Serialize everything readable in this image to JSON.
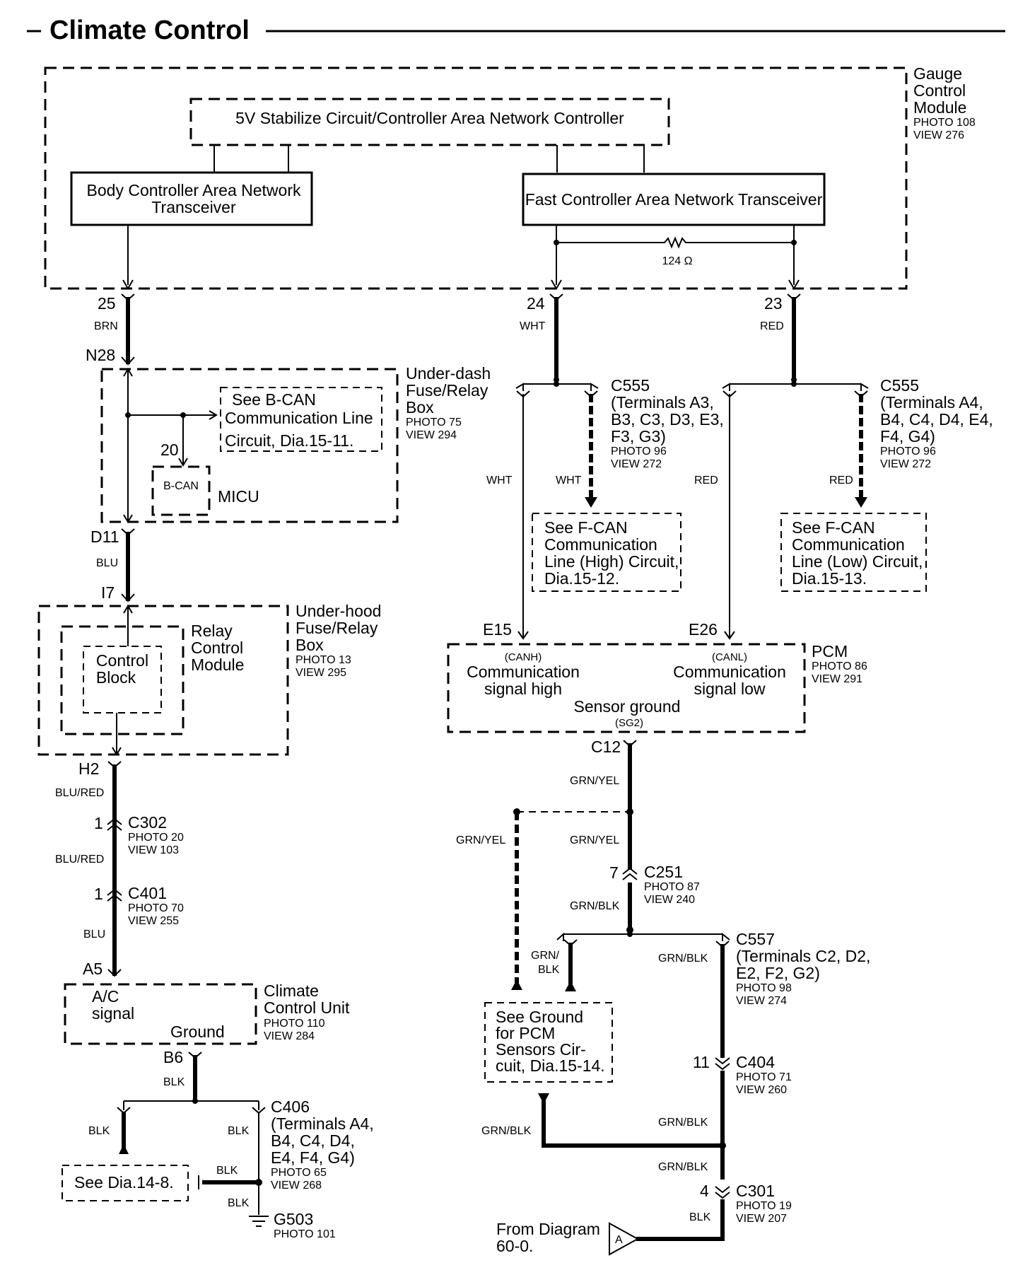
{
  "title": "Climate Control",
  "gauge_module": {
    "name": [
      "Gauge",
      "Control",
      "Module"
    ],
    "photo": "PHOTO 108",
    "view": "VIEW 276"
  },
  "stabilizer": "5V Stabilize Circuit/Controller Area Network Controller",
  "body_can": [
    "Body Controller Area Network",
    "Transceiver"
  ],
  "fast_can": "Fast Controller Area Network Transceiver",
  "resistor": "124 Ω",
  "pins_gauge": {
    "p25": "25",
    "p24": "24",
    "p23": "23"
  },
  "wire_colors": {
    "brn": "BRN",
    "wht": "WHT",
    "red": "RED",
    "blu": "BLU",
    "blu_red": "BLU/RED",
    "blk": "BLK",
    "grn_yel": "GRN/YEL",
    "grn_blk": "GRN/BLK",
    "grn_blk_split": [
      "GRN/",
      "BLK"
    ]
  },
  "underdash": {
    "name": [
      "Under-dash",
      "Fuse/Relay",
      "Box"
    ],
    "photo": "PHOTO 75",
    "view": "VIEW 294",
    "n28": "N28",
    "d11": "D11",
    "pin20": "20",
    "bcan": "B-CAN",
    "micu": "MICU",
    "ref": [
      "See B-CAN",
      "Communication Line",
      "Circuit, Dia.15-11."
    ]
  },
  "underhood": {
    "name": [
      "Under-hood",
      "Fuse/Relay",
      "Box"
    ],
    "photo": "PHOTO 13",
    "view": "VIEW 295",
    "i7": "I7",
    "h2": "H2",
    "relay": [
      "Relay",
      "Control",
      "Module"
    ],
    "control": [
      "Control",
      "Block"
    ]
  },
  "c302": {
    "pin": "1",
    "name": "C302",
    "photo": "PHOTO 20",
    "view": "VIEW 103"
  },
  "c401": {
    "pin": "1",
    "name": "C401",
    "photo": "PHOTO 70",
    "view": "VIEW 255"
  },
  "climate": {
    "a5": "A5",
    "b6": "B6",
    "ac": [
      "A/C",
      "signal"
    ],
    "ground": "Ground",
    "name": [
      "Climate",
      "Control Unit"
    ],
    "photo": "PHOTO 110",
    "view": "VIEW 284"
  },
  "c406": {
    "name": "C406",
    "terms": [
      "(Terminals A4,",
      "B4, C4, D4,",
      "E4, F4, G4)"
    ],
    "photo": "PHOTO 65",
    "view": "VIEW 268"
  },
  "g503": {
    "name": "G503",
    "photo": "PHOTO 101"
  },
  "see_dia": "See Dia.14-8.",
  "c555_high": {
    "name": "C555",
    "terms": [
      "(Terminals A3,",
      "B3, C3, D3, E3,",
      "F3, G3)"
    ],
    "photo": "PHOTO 96",
    "view": "VIEW 272"
  },
  "c555_low": {
    "name": "C555",
    "terms": [
      "(Terminals A4,",
      "B4, C4, D4, E4,",
      "F4, G4)"
    ],
    "photo": "PHOTO 96",
    "view": "VIEW 272"
  },
  "fcan_high_ref": [
    "See F-CAN",
    "Communication",
    "Line (High) Circuit,",
    "Dia.15-12."
  ],
  "fcan_low_ref": [
    "See F-CAN",
    "Communication",
    "Line (Low) Circuit,",
    "Dia.15-13."
  ],
  "pcm": {
    "name": "PCM",
    "photo": "PHOTO 86",
    "view": "VIEW 291",
    "e15": "E15",
    "e26": "E26",
    "canh": "(CANH)",
    "canl": "(CANL)",
    "high": [
      "Communication",
      "signal high"
    ],
    "low": [
      "Communication",
      "signal low"
    ],
    "sg": "Sensor ground",
    "sg2": "(SG2)",
    "c12": "C12"
  },
  "c251": {
    "pin": "7",
    "name": "C251",
    "photo": "PHOTO 87",
    "view": "VIEW 240"
  },
  "c557": {
    "name": "C557",
    "terms": [
      "(Terminals C2, D2,",
      "E2, F2, G2)"
    ],
    "photo": "PHOTO 98",
    "view": "VIEW 274"
  },
  "c404": {
    "pin": "11",
    "name": "C404",
    "photo": "PHOTO 71",
    "view": "VIEW 260"
  },
  "c301": {
    "pin": "4",
    "name": "C301",
    "photo": "PHOTO 19",
    "view": "VIEW 207"
  },
  "ground_ref": [
    "See Ground",
    "for PCM",
    "Sensors Cir-",
    "cuit, Dia.15-14."
  ],
  "from_diagram": [
    "From Diagram",
    "60-0."
  ],
  "off_page": "A"
}
